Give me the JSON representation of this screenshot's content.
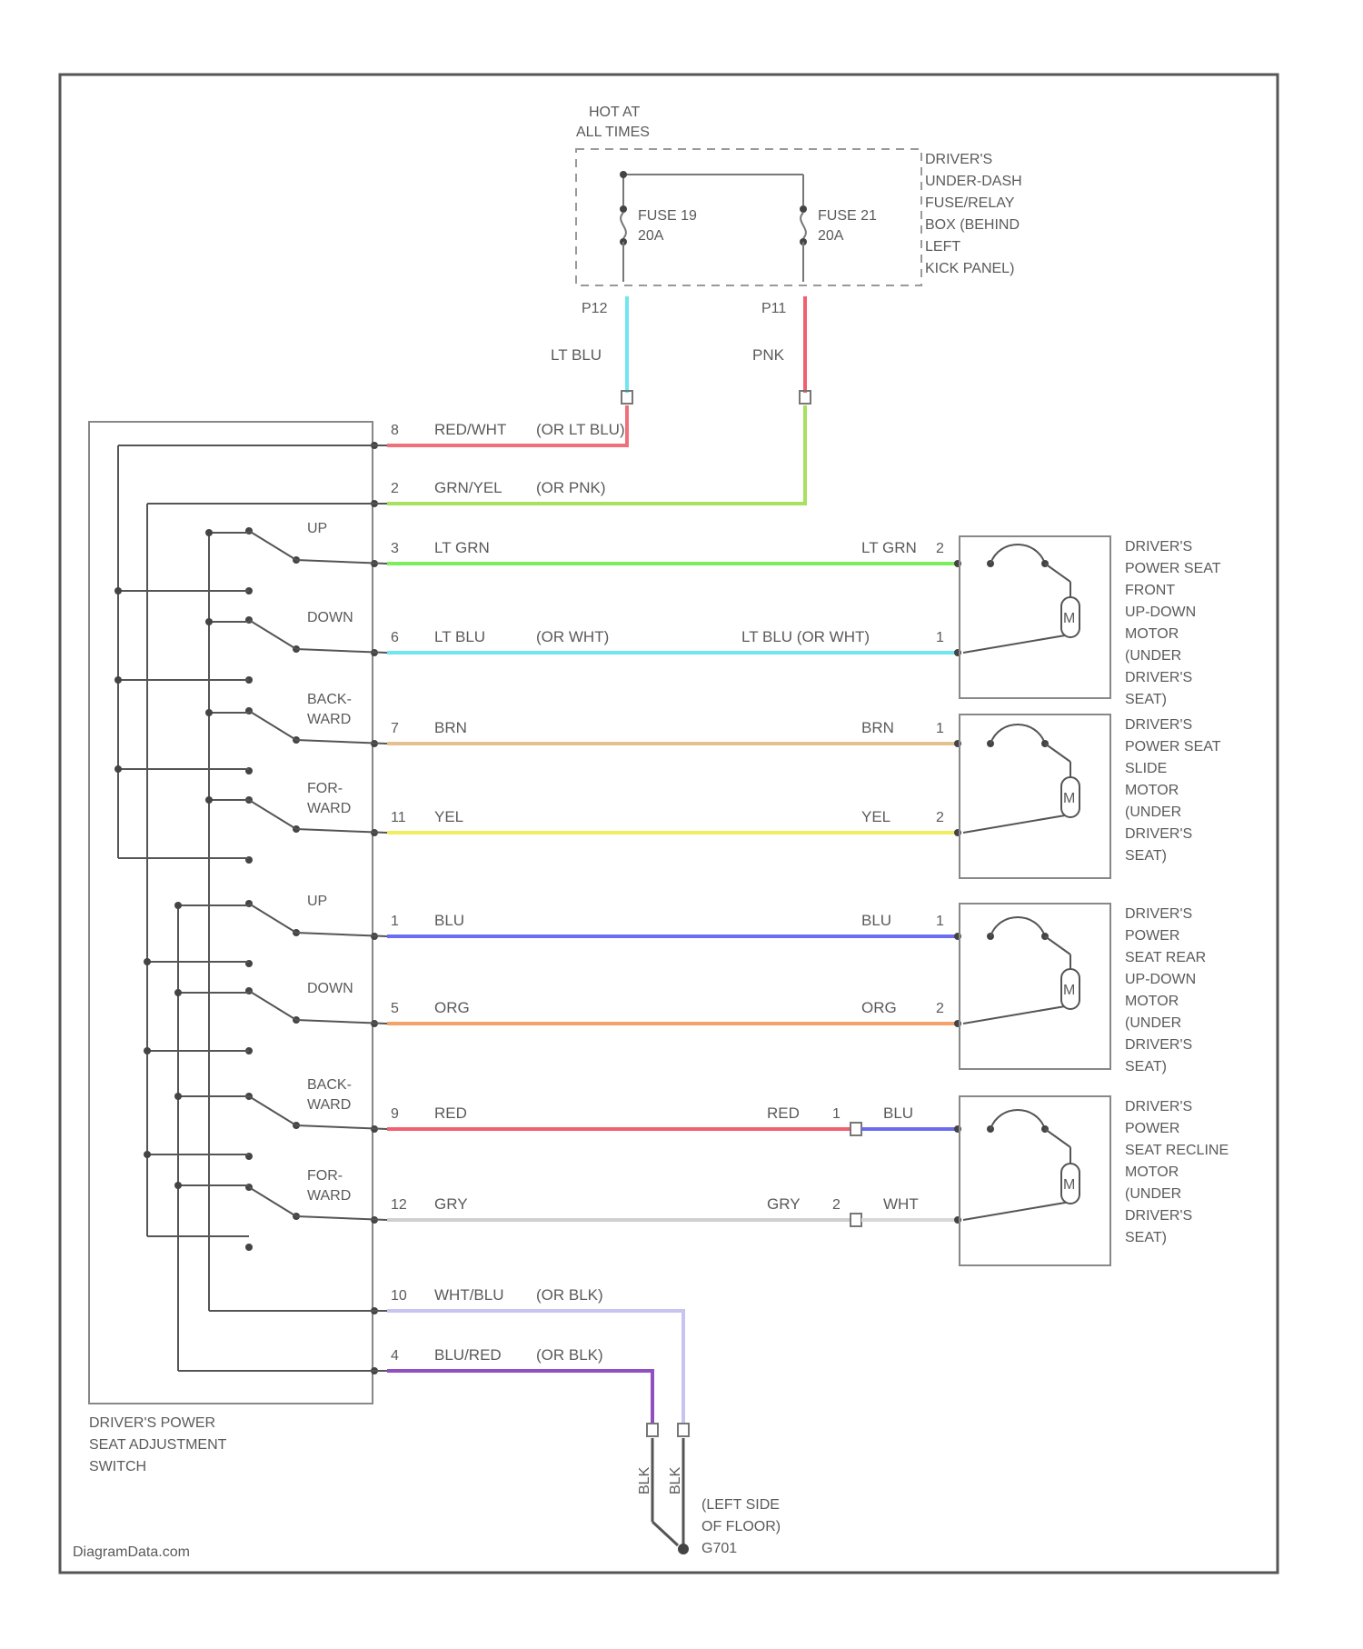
{
  "power_source": {
    "header": [
      "HOT AT",
      "ALL TIMES"
    ],
    "fuse_box_label": [
      "DRIVER'S",
      "UNDER-DASH",
      "FUSE/RELAY",
      "BOX (BEHIND",
      "LEFT",
      "KICK PANEL)"
    ],
    "fuse_a": {
      "name": "FUSE 19",
      "rating": "20A",
      "terminal": "P12"
    },
    "fuse_b": {
      "name": "FUSE 21",
      "rating": "20A",
      "terminal": "P11"
    },
    "feed_a_color_label": "LT BLU",
    "feed_b_color_label": "PNK"
  },
  "switch": {
    "label": [
      "DRIVER'S POWER",
      "SEAT ADJUSTMENT",
      "SWITCH"
    ],
    "switch_labels": [
      [
        "UP"
      ],
      [
        "DOWN"
      ],
      [
        "BACK-",
        "WARD"
      ],
      [
        "FOR-",
        "WARD"
      ],
      [
        "UP"
      ],
      [
        "DOWN"
      ],
      [
        "BACK-",
        "WARD"
      ],
      [
        "FOR-",
        "WARD"
      ]
    ]
  },
  "wires": [
    {
      "pin": "8",
      "label": "RED/WHT",
      "alt": "(OR LT BLU)",
      "color": "#f0707a"
    },
    {
      "pin": "2",
      "label": "GRN/YEL",
      "alt": "(OR PNK)",
      "color": "#a8e060"
    },
    {
      "pin": "3",
      "label": "LT GRN",
      "motor_label": "LT GRN",
      "motor_pin": "2",
      "color": "#7cee5c"
    },
    {
      "pin": "6",
      "label": "LT BLU",
      "alt": "(OR WHT)",
      "motor_label": "LT BLU  (OR WHT)",
      "motor_pin": "1",
      "color": "#70e6f0"
    },
    {
      "pin": "7",
      "label": "BRN",
      "motor_label": "BRN",
      "motor_pin": "1",
      "color": "#e4c290"
    },
    {
      "pin": "11",
      "label": "YEL",
      "motor_label": "YEL",
      "motor_pin": "2",
      "color": "#f0ee60"
    },
    {
      "pin": "1",
      "label": "BLU",
      "motor_label": "BLU",
      "motor_pin": "1",
      "color": "#6c6cf0"
    },
    {
      "pin": "5",
      "label": "ORG",
      "motor_label": "ORG",
      "motor_pin": "2",
      "color": "#f5a26a"
    },
    {
      "pin": "9",
      "label": "RED",
      "motor_label": "RED",
      "motor_pin": "1",
      "extra_label": "BLU",
      "color": "#f06070"
    },
    {
      "pin": "12",
      "label": "GRY",
      "motor_label": "GRY",
      "motor_pin": "2",
      "extra_label": "WHT",
      "color": "#cfcfcf"
    },
    {
      "pin": "10",
      "label": "WHT/BLU",
      "alt": "(OR BLK)",
      "color": "#c8c4f2"
    },
    {
      "pin": "4",
      "label": "BLU/RED",
      "alt": "(OR BLK)",
      "color": "#9050c0"
    }
  ],
  "motors": [
    {
      "label": [
        "DRIVER'S",
        "POWER SEAT",
        "FRONT",
        "UP-DOWN",
        "MOTOR",
        "(UNDER",
        "DRIVER'S",
        "SEAT)"
      ]
    },
    {
      "label": [
        "DRIVER'S",
        "POWER SEAT",
        "SLIDE",
        "MOTOR",
        "(UNDER",
        "DRIVER'S",
        "SEAT)"
      ]
    },
    {
      "label": [
        "DRIVER'S",
        "POWER",
        "SEAT REAR",
        "UP-DOWN",
        "MOTOR",
        "(UNDER",
        "DRIVER'S",
        "SEAT)"
      ]
    },
    {
      "label": [
        "DRIVER'S",
        "POWER",
        "SEAT RECLINE",
        "MOTOR",
        "(UNDER",
        "DRIVER'S",
        "SEAT)"
      ]
    }
  ],
  "motor_symbol": "M",
  "ground": {
    "label": [
      "(LEFT SIDE",
      "OF FLOOR)",
      "G701"
    ],
    "wire_labels": [
      "BLK",
      "BLK"
    ]
  },
  "watermark": "DiagramData.com"
}
